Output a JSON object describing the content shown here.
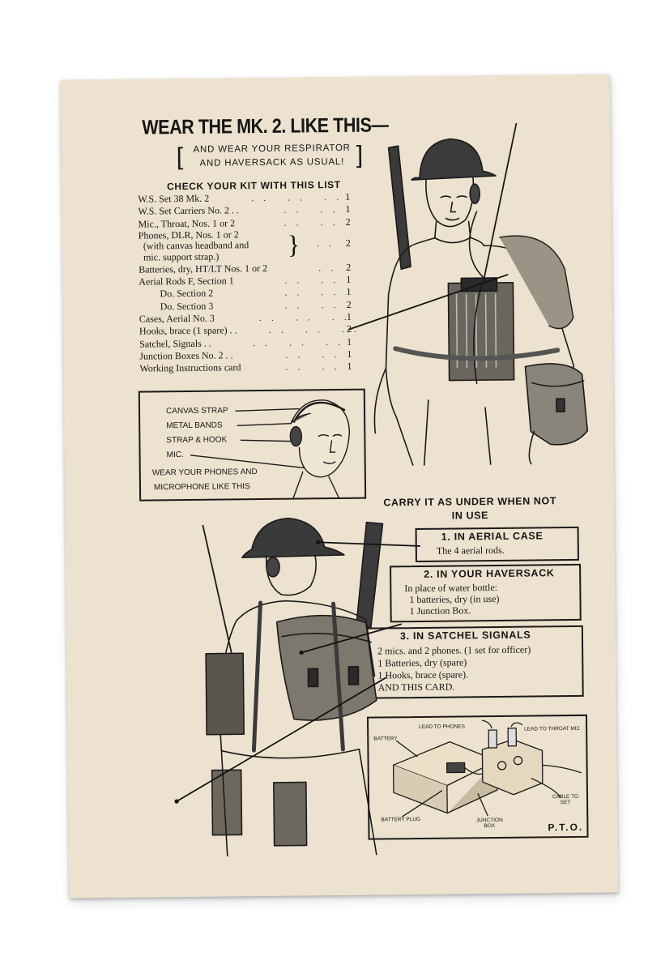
{
  "title": "WEAR THE MK. 2. LIKE THIS—",
  "subtitle": [
    "AND WEAR YOUR RESPIRATOR",
    "AND HAVERSACK AS USUAL!"
  ],
  "checklist": {
    "heading": "CHECK YOUR KIT WITH THIS LIST",
    "items": [
      {
        "label": "W.S. Set 38 Mk. 2",
        "qty": "1"
      },
      {
        "label": "W.S. Set Carriers No. 2 . .",
        "qty": "1"
      },
      {
        "label": "Mic., Throat, Nos. 1 or 2",
        "qty": "2"
      },
      {
        "label": "Phones, DLR, Nos. 1 or 2",
        "qty": "2",
        "extra": [
          "(with canvas headband and",
          "mic. support strap.)"
        ]
      },
      {
        "label": "Batteries, dry, HT/LT Nos. 1 or 2",
        "qty": "2"
      },
      {
        "label": "Aerial Rods F, Section 1",
        "qty": "1"
      },
      {
        "label": "Do.          Section 2",
        "qty": "1"
      },
      {
        "label": "Do.          Section 3",
        "qty": "2"
      },
      {
        "label": "Cases, Aerial No. 3",
        "qty": "1"
      },
      {
        "label": "Hooks, brace (1 spare) . .",
        "qty": "2"
      },
      {
        "label": "Satchel, Signals . .",
        "qty": "1"
      },
      {
        "label": "Junction Boxes No. 2 . .",
        "qty": "1"
      },
      {
        "label": "Working Instructions card",
        "qty": "1"
      }
    ]
  },
  "head_diagram": {
    "labels": [
      "CANVAS STRAP",
      "METAL BANDS",
      "STRAP & HOOK",
      "MIC."
    ],
    "caption": [
      "WEAR YOUR PHONES AND",
      "MICROPHONE LIKE THIS"
    ]
  },
  "carry_heading": [
    "CARRY IT AS UNDER WHEN NOT",
    "IN USE"
  ],
  "carry_sections": [
    {
      "title": "1. IN AERIAL CASE",
      "lines": [
        "The 4 aerial rods."
      ]
    },
    {
      "title": "2. IN YOUR HAVERSACK",
      "lines": [
        "In place of water bottle:",
        "1 batteries, dry (in use)",
        "1 Junction Box."
      ]
    },
    {
      "title": "3. IN SATCHEL SIGNALS",
      "lines": [
        "2 mics. and 2 phones. (1 set for officer)",
        "1 Batteries, dry (spare)",
        "1 Hooks, brace (spare).",
        "AND THIS CARD."
      ]
    }
  ],
  "battery_diagram": {
    "labels": [
      "LEAD TO PHONES",
      "LEAD TO THROAT MIC",
      "BATTERY",
      "CABLE TO SET",
      "BATTERY PLUG",
      "JUNCTION BOX"
    ]
  },
  "footer": "P.T.O.",
  "colors": {
    "paper": "#ede2cf",
    "ink": "#161616",
    "background": "#ffffff"
  }
}
